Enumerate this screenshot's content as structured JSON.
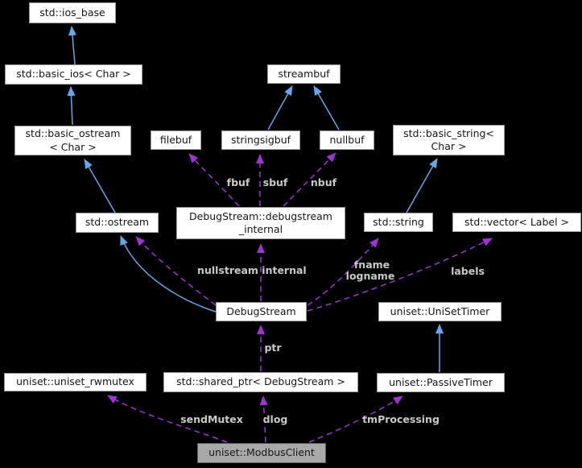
{
  "diagram": {
    "type": "collaboration-graph",
    "colors": {
      "background": "#000000",
      "node_fill": "#ffffff",
      "node_border": "#9a9a9a",
      "node_text": "#161616",
      "selected_node_fill": "#a9a9a9",
      "selected_node_border": "#5e5e5e",
      "inheritance_arrow": "#63a7ec",
      "usage_arrow": "#a032d6",
      "edge_label_text": "#c9c9c9"
    },
    "nodes": [
      {
        "id": "std-ios-base",
        "label": "std::ios_base"
      },
      {
        "id": "std-basic-ios",
        "label": "std::basic_ios< Char >"
      },
      {
        "id": "std-basic-ostream",
        "label": "std::basic_ostream\n< Char >"
      },
      {
        "id": "std-ostream",
        "label": "std::ostream"
      },
      {
        "id": "streambuf",
        "label": "streambuf"
      },
      {
        "id": "filebuf",
        "label": "filebuf"
      },
      {
        "id": "stringsigbuf",
        "label": "stringsigbuf"
      },
      {
        "id": "nullbuf",
        "label": "nullbuf"
      },
      {
        "id": "debugstream-internal",
        "label": "DebugStream::debugstream\n_internal"
      },
      {
        "id": "std-basic-string",
        "label": "std::basic_string<\nChar >"
      },
      {
        "id": "std-string",
        "label": "std::string"
      },
      {
        "id": "std-vector-label",
        "label": "std::vector< Label >"
      },
      {
        "id": "debugstream",
        "label": "DebugStream"
      },
      {
        "id": "uniset-unisettimer",
        "label": "uniset::UniSetTimer"
      },
      {
        "id": "uniset-uniset-rwmutex",
        "label": "uniset::uniset_rwmutex"
      },
      {
        "id": "std-shared-ptr-debugstream",
        "label": "std::shared_ptr< DebugStream >"
      },
      {
        "id": "uniset-passivetimer",
        "label": "uniset::PassiveTimer"
      },
      {
        "id": "uniset-modbusclient",
        "label": "uniset::ModbusClient",
        "selected": true
      }
    ],
    "edges": [
      {
        "type": "inheritance",
        "from": "std::basic_ios< Char >",
        "to": "std::ios_base"
      },
      {
        "type": "inheritance",
        "from": "std::basic_ostream< Char >",
        "to": "std::basic_ios< Char >"
      },
      {
        "type": "inheritance",
        "from": "std::ostream",
        "to": "std::basic_ostream< Char >"
      },
      {
        "type": "inheritance",
        "from": "DebugStream",
        "to": "std::ostream"
      },
      {
        "type": "inheritance",
        "from": "stringsigbuf",
        "to": "streambuf"
      },
      {
        "type": "inheritance",
        "from": "nullbuf",
        "to": "streambuf"
      },
      {
        "type": "inheritance",
        "from": "std::string",
        "to": "std::basic_string< Char >"
      },
      {
        "type": "inheritance",
        "from": "uniset::PassiveTimer",
        "to": "uniset::UniSetTimer"
      },
      {
        "type": "usage",
        "from": "DebugStream",
        "to": "DebugStream::debugstream_internal",
        "label_lines": [
          "internal"
        ]
      },
      {
        "type": "usage",
        "from": "DebugStream",
        "to": "std::ostream",
        "label_lines": [
          "nullstream"
        ]
      },
      {
        "type": "usage",
        "from": "DebugStream::debugstream_internal",
        "to": "filebuf",
        "label_lines": [
          "fbuf"
        ]
      },
      {
        "type": "usage",
        "from": "DebugStream::debugstream_internal",
        "to": "stringsigbuf",
        "label_lines": [
          "sbuf"
        ]
      },
      {
        "type": "usage",
        "from": "DebugStream::debugstream_internal",
        "to": "nullbuf",
        "label_lines": [
          "nbuf"
        ]
      },
      {
        "type": "usage",
        "from": "DebugStream",
        "to": "std::string",
        "label_lines": [
          "fname",
          "logname"
        ]
      },
      {
        "type": "usage",
        "from": "DebugStream",
        "to": "std::vector< Label >",
        "label_lines": [
          "labels"
        ]
      },
      {
        "type": "usage",
        "from": "std::shared_ptr< DebugStream >",
        "to": "DebugStream",
        "label_lines": [
          "ptr"
        ]
      },
      {
        "type": "usage",
        "from": "uniset::ModbusClient",
        "to": "uniset::uniset_rwmutex",
        "label_lines": [
          "sendMutex"
        ]
      },
      {
        "type": "usage",
        "from": "uniset::ModbusClient",
        "to": "std::shared_ptr< DebugStream >",
        "label_lines": [
          "dlog"
        ]
      },
      {
        "type": "usage",
        "from": "uniset::ModbusClient",
        "to": "uniset::PassiveTimer",
        "label_lines": [
          "tmProcessing"
        ]
      }
    ]
  }
}
